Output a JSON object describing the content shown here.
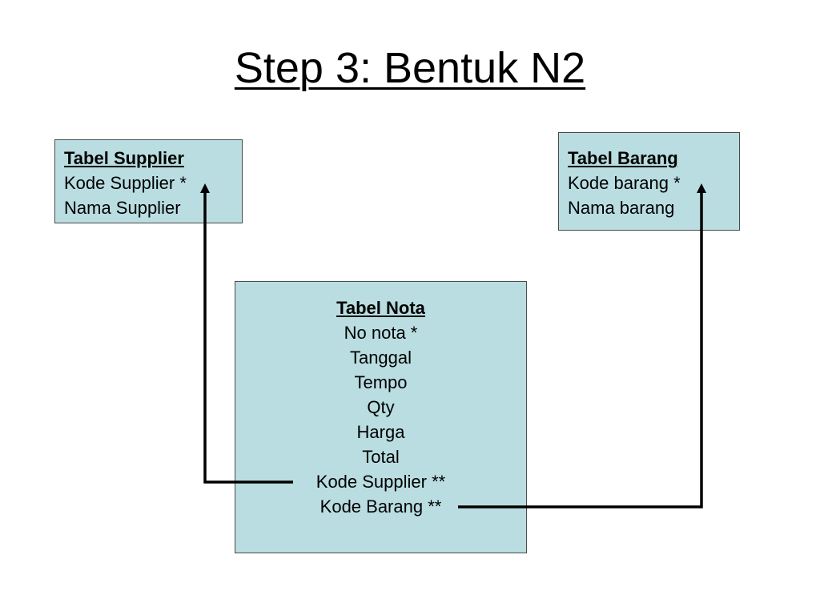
{
  "title": "Step 3: Bentuk N2",
  "tables": {
    "supplier": {
      "heading": "Tabel Supplier",
      "fields": [
        "Kode Supplier *",
        "Nama Supplier"
      ]
    },
    "barang": {
      "heading": "Tabel Barang",
      "fields": [
        "Kode barang *",
        "Nama barang"
      ]
    },
    "nota": {
      "heading": "Tabel Nota",
      "fields": [
        "No nota *",
        "Tanggal",
        "Tempo",
        "Qty",
        "Harga",
        "Total",
        "Kode Supplier **",
        "Kode Barang **"
      ]
    }
  },
  "colors": {
    "box_fill": "#b9dde1",
    "box_border": "#4a4a4a",
    "arrow": "#000000"
  }
}
